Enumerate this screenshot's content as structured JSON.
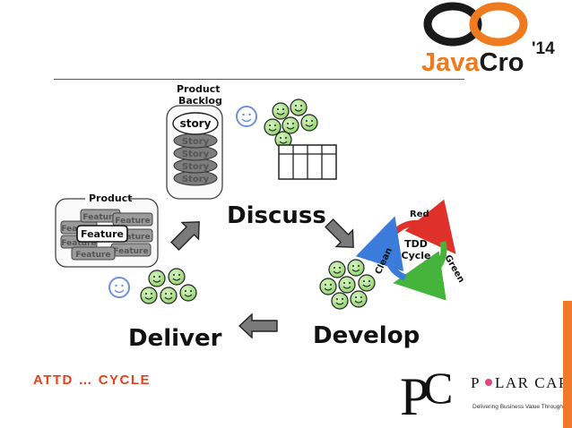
{
  "logo": {
    "brand_prefix": "Java",
    "brand_suffix": "Cro",
    "year": "'14",
    "colors": {
      "ring_dark": "#1a1a1a",
      "ring_orange": "#f07a1e",
      "text_orange": "#f07a1e",
      "text_dark": "#1a1a1a"
    }
  },
  "diagram": {
    "backlog_label_line1": "Product",
    "backlog_label_line2": "Backlog",
    "story_label": "story",
    "story_stack_label": "Story",
    "product_label": "Product",
    "feature_label": "Feature",
    "stage_discuss": "Discuss",
    "stage_develop": "Develop",
    "stage_deliver": "Deliver",
    "tdd": {
      "title_line1": "TDD",
      "title_line2": "Cycle",
      "red": "Red",
      "green": "Green",
      "clean": "Clean"
    }
  },
  "footer": {
    "caption": "ATTD … CYCLE",
    "company_letter_p": "P",
    "company_letter_c": "C",
    "company_name_start": "P",
    "company_name_end": "LAR CAPE",
    "tagline": "Delivering Business Value Through IT"
  },
  "colors": {
    "accent": "#e8411a",
    "orange_bar": "#f07a2a",
    "face_green": "#8fd16a",
    "face_blue": "#6f8fe0",
    "arrow_gray": "#777777",
    "polar_cape_pink": "#e0457b"
  }
}
